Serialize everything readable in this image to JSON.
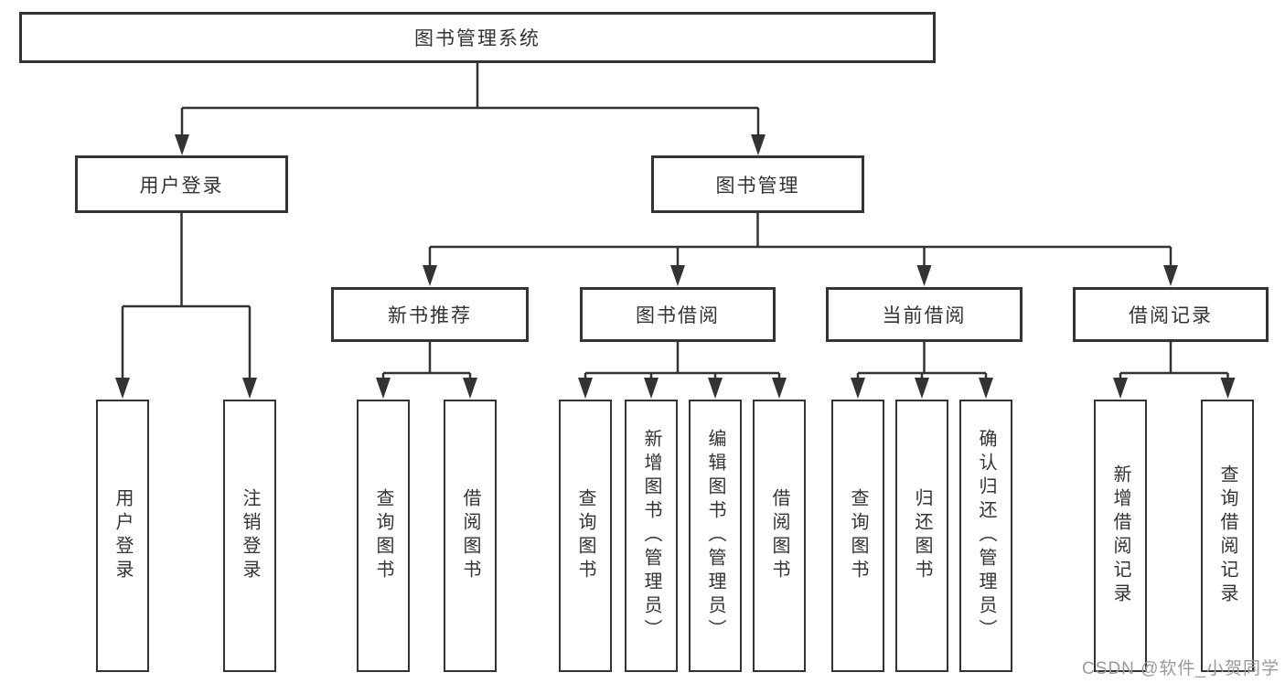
{
  "diagram": {
    "root": {
      "label": "图书管理系统",
      "children": [
        {
          "label": "用户登录",
          "children": [
            {
              "label": "用户登录"
            },
            {
              "label": "注销登录"
            }
          ]
        },
        {
          "label": "图书管理",
          "children": [
            {
              "label": "新书推荐",
              "children": [
                {
                  "label": "查询图书"
                },
                {
                  "label": "借阅图书"
                }
              ]
            },
            {
              "label": "图书借阅",
              "children": [
                {
                  "label": "查询图书"
                },
                {
                  "label": "新增图书（管理员）"
                },
                {
                  "label": "编辑图书（管理员）"
                },
                {
                  "label": "借阅图书"
                }
              ]
            },
            {
              "label": "当前借阅",
              "children": [
                {
                  "label": "查询图书"
                },
                {
                  "label": "归还图书"
                },
                {
                  "label": "确认归还（管理员）"
                }
              ]
            },
            {
              "label": "借阅记录",
              "children": [
                {
                  "label": "新增借阅记录"
                },
                {
                  "label": "查询借阅记录"
                }
              ]
            }
          ]
        }
      ]
    }
  },
  "watermark": {
    "text": "CSDN @软件_小贺同学"
  },
  "colors": {
    "line": "#333333",
    "text": "#333333",
    "box_background": "#ffffff",
    "watermark": "#9a9a9a"
  }
}
